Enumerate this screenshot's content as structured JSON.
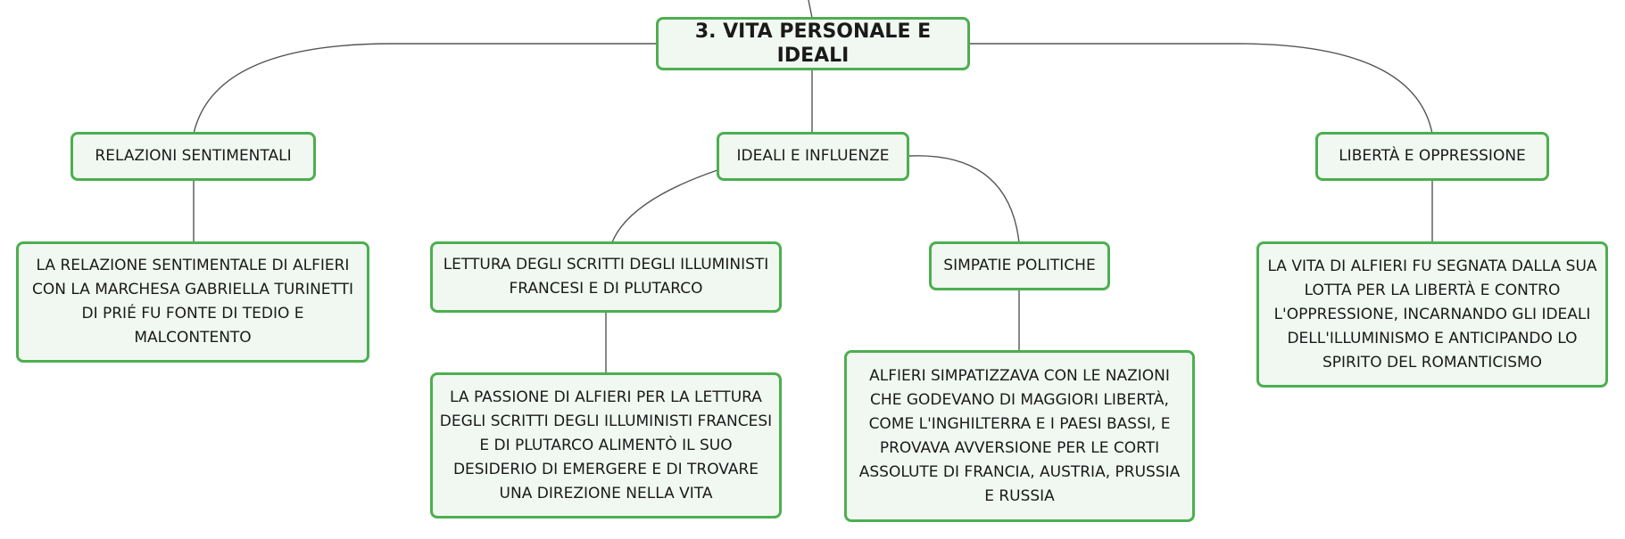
{
  "root": {
    "label": "3. VITA PERSONALE E IDEALI"
  },
  "branches": [
    {
      "label": "RELAZIONI SENTIMENTALI"
    },
    {
      "label": "IDEALI E INFLUENZE"
    },
    {
      "label": "LIBERTÀ E OPPRESSIONE"
    }
  ],
  "subtopics": [
    {
      "label": "LETTURA DEGLI SCRITTI DEGLI ILLUMINISTI FRANCESI E DI PLUTARCO"
    },
    {
      "label": "SIMPATIE POLITICHE"
    }
  ],
  "details": {
    "relazioni": "LA RELAZIONE SENTIMENTALE DI ALFIERI CON LA MARCHESA GABRIELLA TURINETTI DI PRIÉ FU FONTE DI TEDIO E MALCONTENTO",
    "lettura": "LA PASSIONE DI ALFIERI PER LA LETTURA DEGLI SCRITTI DEGLI ILLUMINISTI FRANCESI E DI PLUTARCO ALIMENTÒ IL SUO DESIDERIO DI EMERGERE E DI TROVARE UNA DIREZIONE NELLA VITA",
    "simpatie": "ALFIERI SIMPATIZZAVA CON LE NAZIONI CHE GODEVANO DI MAGGIORI LIBERTÀ, COME L'INGHILTERRA E I PAESI BASSI, E PROVAVA AVVERSIONE PER LE CORTI ASSOLUTE DI FRANCIA, AUSTRIA, PRUSSIA E RUSSIA",
    "liberta": "LA VITA DI ALFIERI FU SEGNATA DALLA SUA LOTTA PER LA LIBERTÀ E CONTRO L'OPPRESSIONE, INCARNANDO GLI IDEALI DELL'ILLUMINISMO E ANTICIPANDO LO SPIRITO DEL ROMANTICISMO"
  },
  "colors": {
    "border": "#4caf50",
    "fill": "#f1f8f1",
    "line": "#555555"
  }
}
